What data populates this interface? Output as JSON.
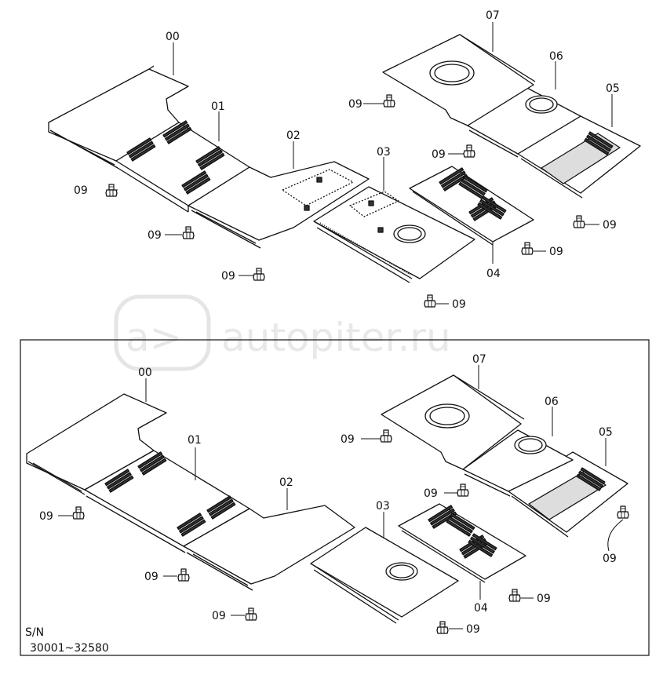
{
  "watermark": {
    "text": "autopiter.ru"
  },
  "upper_diagram": {
    "labels": {
      "p00": "00",
      "p01": "01",
      "p02": "02",
      "p03": "03",
      "p04": "04",
      "p05": "05",
      "p06": "06",
      "p07": "07",
      "b1": "09",
      "b2": "09",
      "b3": "09",
      "b4": "09",
      "b5": "09",
      "b6": "09",
      "b7": "09",
      "b8": "09"
    }
  },
  "lower_diagram": {
    "labels": {
      "p00": "00",
      "p01": "01",
      "p02": "02",
      "p03": "03",
      "p04": "04",
      "p05": "05",
      "p06": "06",
      "p07": "07",
      "b1": "09",
      "b2": "09",
      "b3": "09",
      "b4": "09",
      "b5": "09",
      "b6": "09",
      "b7": "09",
      "b8": "09"
    },
    "serial_label": "S/N",
    "serial_range": "30001~32580"
  }
}
